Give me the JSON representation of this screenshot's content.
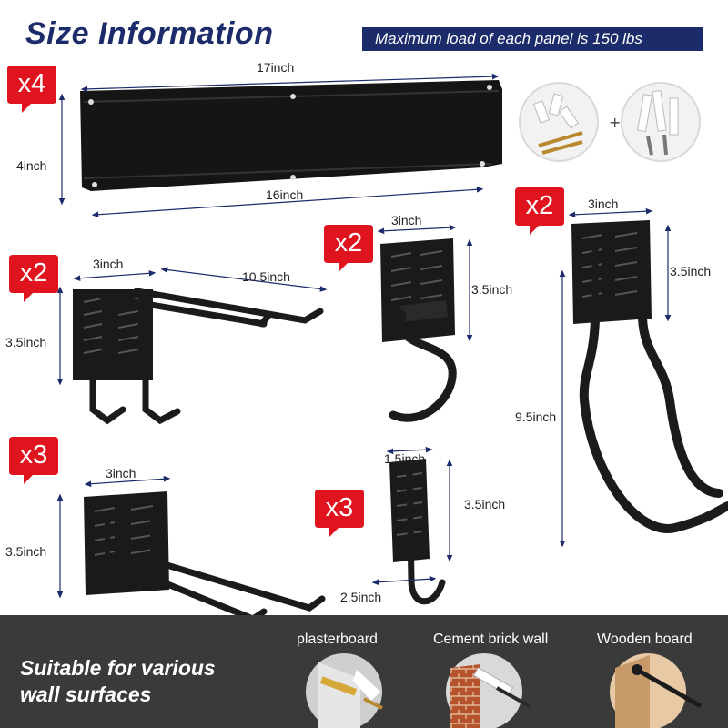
{
  "header": {
    "title": "Size Information",
    "max_load": "Maximum load of each panel is 150 lbs"
  },
  "colors": {
    "navy": "#1c2c6b",
    "badge_red": "#e0141e",
    "hardware": "#1b1b1b"
  },
  "panel": {
    "quantity": "x4",
    "length_top": "17inch",
    "length_bottom": "16inch",
    "height": "4inch"
  },
  "hooks": {
    "double_long": {
      "quantity": "x2",
      "width": "3inch",
      "length": "10.5inch",
      "height": "3.5inch"
    },
    "s_hook": {
      "quantity": "x2",
      "width": "3inch",
      "height": "3.5inch"
    },
    "large_loop": {
      "quantity": "x2",
      "width": "3inch",
      "height": "3.5inch",
      "length": "9.5inch"
    },
    "double_short": {
      "quantity": "x3",
      "width": "3inch",
      "height": "3.5inch"
    },
    "j_hook": {
      "quantity": "x3",
      "width": "1.5inch",
      "height": "3.5inch",
      "depth": "2.5inch"
    }
  },
  "footer": {
    "suitable_line1": "Suitable for various",
    "suitable_line2": "wall surfaces",
    "surfaces": [
      "plasterboard",
      "Cement brick wall",
      "Wooden board"
    ]
  }
}
